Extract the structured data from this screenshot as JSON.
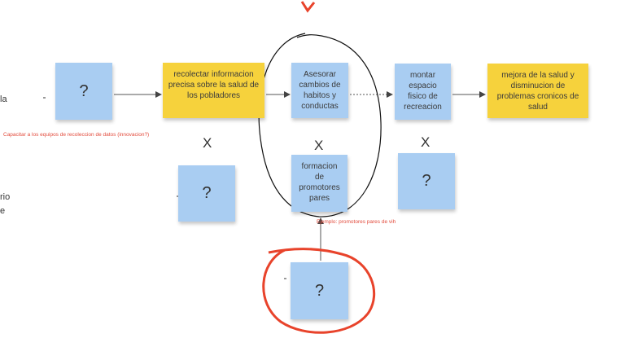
{
  "notes": {
    "q1": "?",
    "collect": "recolectar informacion precisa sobre la salud de los pobladores",
    "advise": "Asesorar cambios de habitos y conductas",
    "space": "montar espacio fisico de recreacion",
    "outcome": "mejora de la salud y disminucion de problemas cronicos de salud",
    "q2": "?",
    "peer": "formacion de promotores pares",
    "q3": "?",
    "q4": "?"
  },
  "x_marks": [
    "X",
    "X",
    "X"
  ],
  "annotations": {
    "capacitar": "Capacitar a los equipos de recoleccion de datos (innovacion?)",
    "ejemplo": "Ejemplo: promotores pares de vih"
  },
  "edge_text": {
    "la": "la",
    "rio": "rio",
    "e": "e"
  },
  "colors": {
    "yellow_note": "#f6d23c",
    "blue_note": "#a9cdf2",
    "annotation": "#e24a3b",
    "red_circle": "#e8432b",
    "pen": "#111111"
  }
}
